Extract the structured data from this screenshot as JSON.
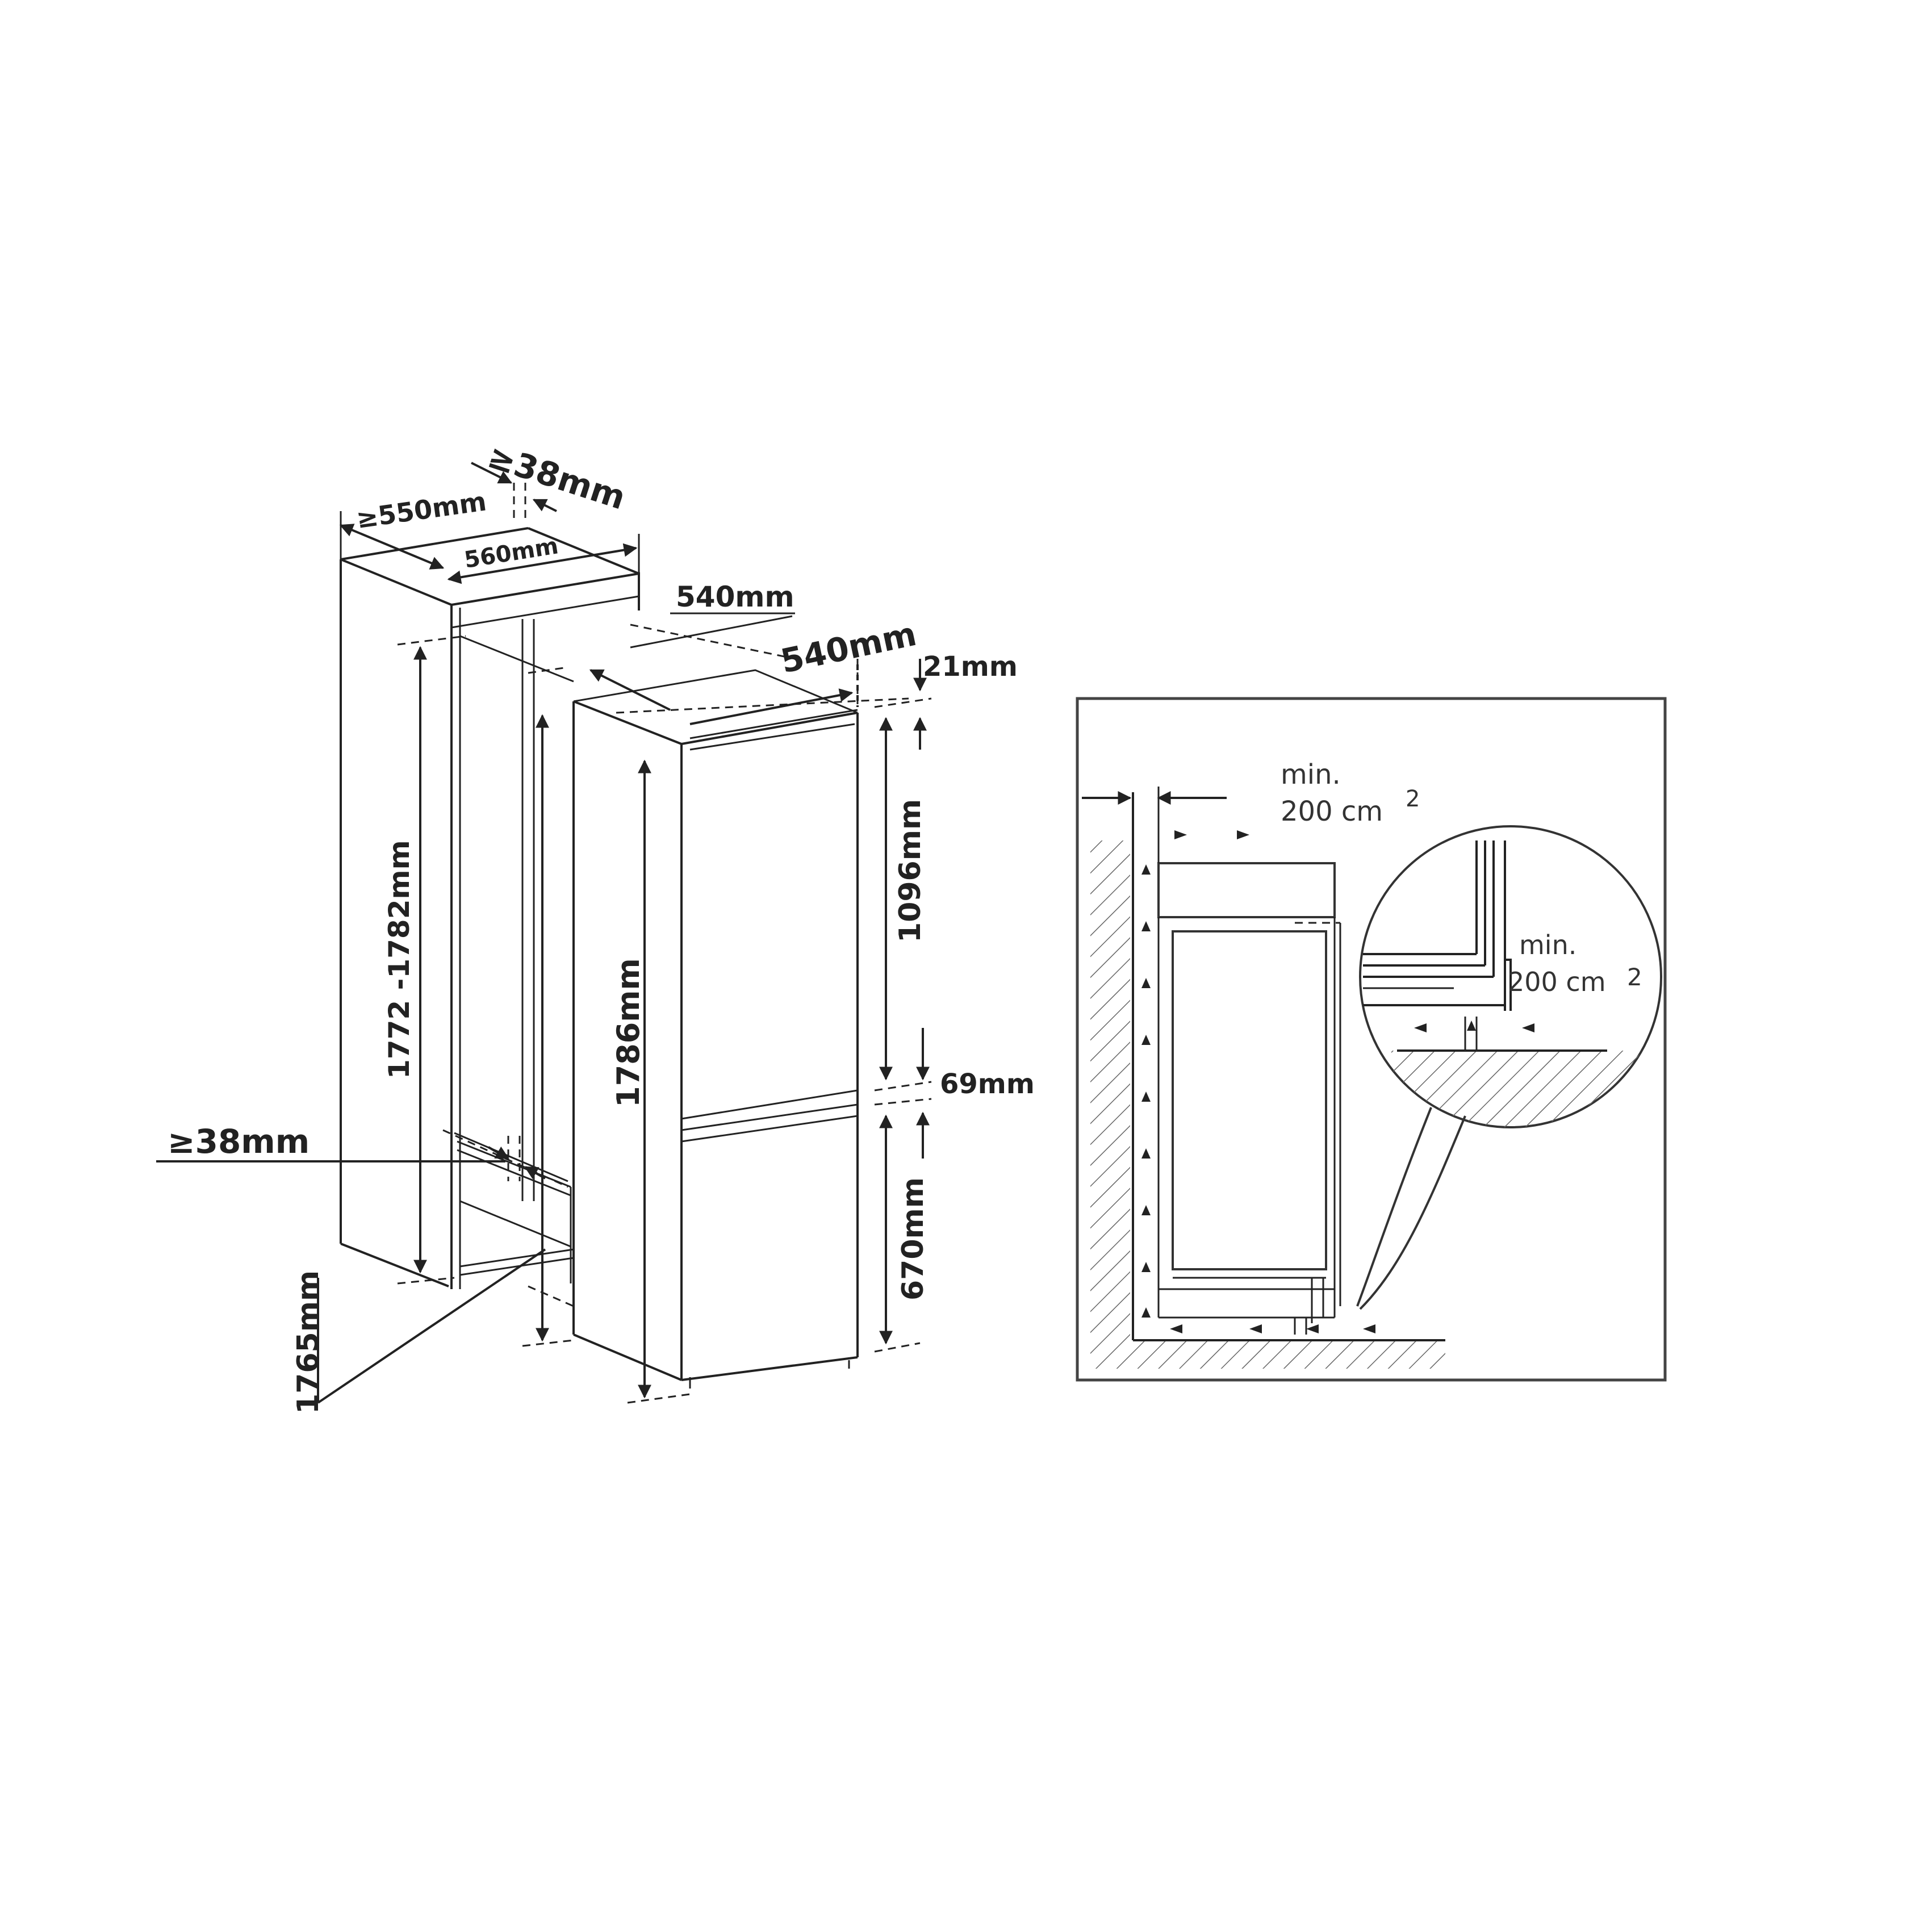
{
  "installation_diagram": {
    "dimensions": {
      "niche_depth": "≥550mm",
      "top_vent_gap": "≥38mm",
      "niche_width": "560mm",
      "appliance_width": "540mm",
      "appliance_depth": "540mm",
      "top_offset": "21mm",
      "niche_height": "1772 -1782mm",
      "fridge_height": "1096mm",
      "appliance_height": "1786mm",
      "middle_gap": "69mm",
      "bottom_vent_gap": "≥38mm",
      "freezer_height": "670mm",
      "door_height": "1765mm"
    }
  },
  "ventilation_diagram": {
    "main_label": {
      "line1": "min.",
      "line2": "200 cm",
      "sup": "2"
    },
    "detail_label": {
      "line1": "min.",
      "line2": "200 cm",
      "sup": "2"
    }
  }
}
